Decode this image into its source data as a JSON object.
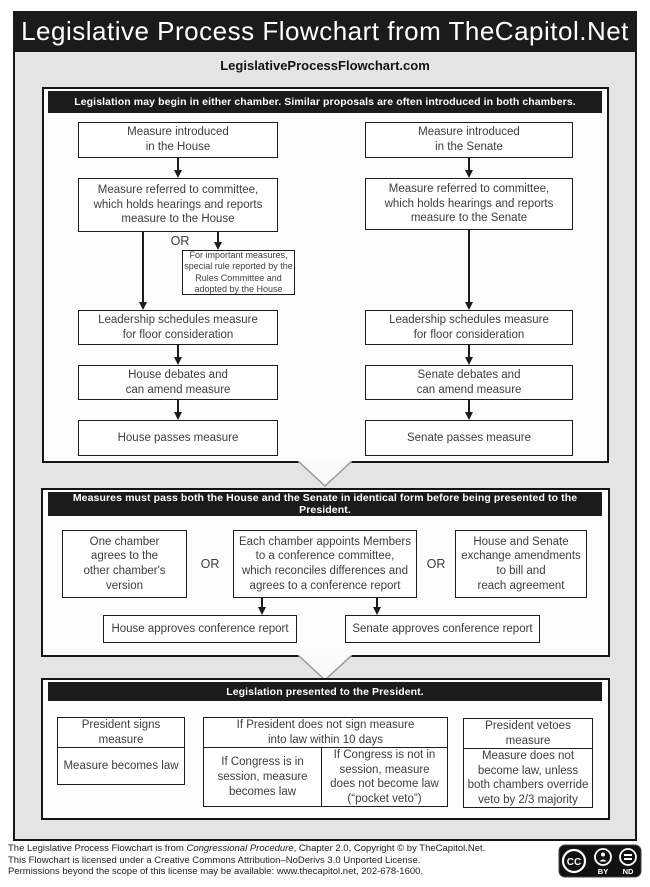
{
  "title": "Legislative Process Flowchart from TheCapitol.Net",
  "subtitle": "LegislativeProcessFlowchart.com",
  "colors": {
    "bar_black": "#1b1b1b",
    "panel_gray": "#e4e4e4",
    "box_border": "#1c1c1c",
    "box_text": "#3d3d3d"
  },
  "sections": {
    "begin": {
      "header": "Legislation may begin in either chamber. Similar proposals are often introduced in both chambers.",
      "house": {
        "introduced": "Measure introduced\nin the House",
        "committee": "Measure referred to committee,\nwhich holds hearings and reports\nmeasure to the House",
        "or_label": "OR",
        "special_rule": "For important measures,\nspecial rule reported by the\nRules Committee and\nadopted by the House",
        "leadership": "Leadership schedules measure\nfor floor consideration",
        "debates": "House debates and\ncan amend measure",
        "passes": "House passes measure"
      },
      "senate": {
        "introduced": "Measure introduced\nin the Senate",
        "committee": "Measure referred to committee,\nwhich holds hearings and reports\nmeasure to the Senate",
        "leadership": "Leadership schedules measure\nfor floor consideration",
        "debates": "Senate debates and\ncan amend measure",
        "passes": "Senate passes measure"
      }
    },
    "identical": {
      "header": "Measures must pass both the House and the Senate in identical form before being presented to the President.",
      "option_agree": "One chamber\nagrees to the\nother chamber's\nversion",
      "or1": "OR",
      "option_conference": "Each chamber appoints Members\nto a conference committee,\nwhich reconciles differences and\nagrees to a conference report",
      "or2": "OR",
      "option_exchange": "House and Senate\nexchange amendments\nto bill and\nreach agreement",
      "house_approves": "House approves conference report",
      "senate_approves": "Senate approves conference report"
    },
    "president": {
      "header": "Legislation presented to the President.",
      "signs_top": "President signs\nmeasure",
      "signs_bottom": "Measure becomes law",
      "nosign_top": "If President does not sign measure\ninto law within 10 days",
      "nosign_in_session": "If Congress is in\nsession, measure\nbecomes law",
      "nosign_not_in_session": "If Congress is not in\nsession, measure\ndoes not become law\n(“pocket veto”)",
      "veto_top": "President vetoes\nmeasure",
      "veto_bottom": "Measure does not\nbecome law, unless\nboth chambers override\nveto by 2/3 majority"
    }
  },
  "footer": {
    "line1_pre": "The Legislative Process Flowchart is from ",
    "line1_italic": "Congressional Procedure",
    "line1_post": ", Chapter 2.0, Copyright © by TheCapitol.Net.",
    "line2": "This Flowchart is licensed under a Creative Commons Attribution–NoDerivs 3.0 Unported License.",
    "line3": "Permissions beyond the scope of this license may be available: www.thecapitol.net, 202-678-1600.",
    "license_badge": {
      "cc": "CC",
      "by": "BY",
      "nd": "ND"
    }
  }
}
